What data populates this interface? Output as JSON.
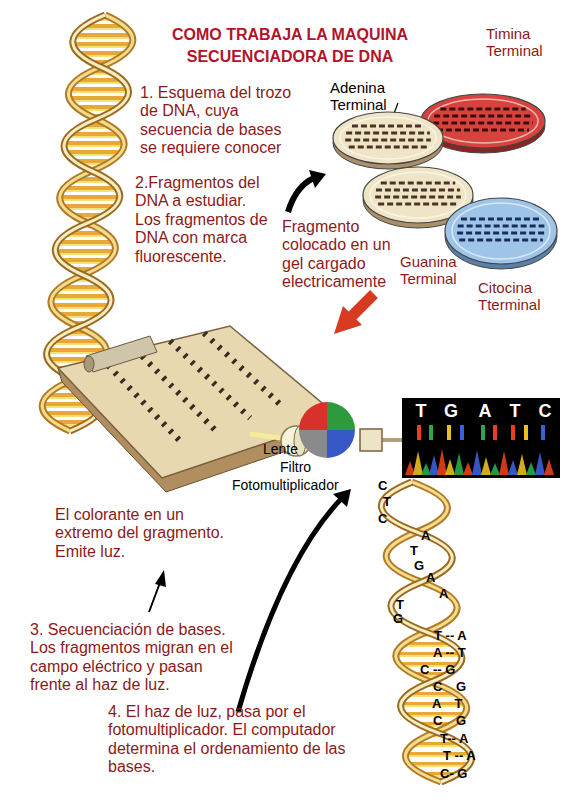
{
  "diagram": {
    "title": "COMO TRABAJA LA MAQUINA SECUENCIADORA DE DNA",
    "nodes": [
      {
        "text": [
          "Adenina Terminal"
        ]
      },
      {
        "text": [
          "Timina Terminal"
        ]
      },
      {
        "text": [
          "Guanina Terminal"
        ]
      },
      {
        "text": [
          "Citocina Tterminal"
        ]
      },
      {
        "text": [
          "T",
          "G",
          "A",
          "T",
          "C"
        ]
      }
    ],
    "labels": [
      "1. Esquema del trozo de DNA, cuya secuencia de bases se requiere conocer",
      "2.Fragmentos del DNA a estudiar. Los fragmentos de DNA con marca fluorescente.",
      "Fragmento colocado en un gel cargado electricamente",
      "Lente",
      "Filtro",
      "Fotomultiplicador",
      "El colorante en un extremo del gragmento. Emite luz.",
      "3. Secuenciación de bases. Los fragmentos migran en el campo eléctrico y pasan frente al haz de luz.",
      "4. El haz de luz, pasa por el fotomultiplicador. El computador determina el ordenamiento de las bases.",
      "C",
      "T",
      "C",
      "A",
      "T",
      "G",
      "A",
      "A",
      "T",
      "G",
      "T -- A",
      "A -- T",
      "C -- G",
      "C G",
      "A T",
      "C G",
      "T-- A",
      "T -- A",
      "C- G"
    ]
  }
}
